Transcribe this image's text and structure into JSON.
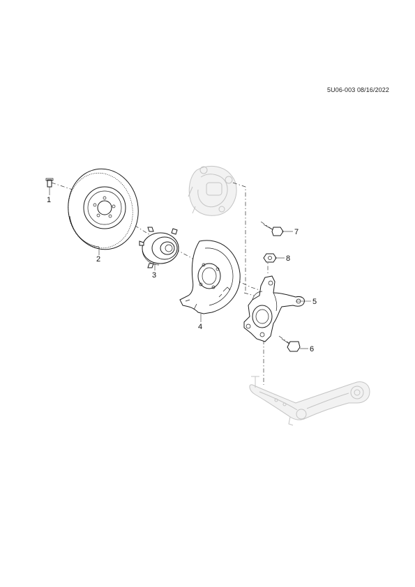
{
  "ref_code": "5U06-003 08/16/2022",
  "callouts": [
    {
      "id": "1",
      "label": "1"
    },
    {
      "id": "2",
      "label": "2"
    },
    {
      "id": "3",
      "label": "3"
    },
    {
      "id": "4",
      "label": "4"
    },
    {
      "id": "5",
      "label": "5"
    },
    {
      "id": "6",
      "label": "6"
    },
    {
      "id": "7",
      "label": "7"
    },
    {
      "id": "8",
      "label": "8"
    }
  ],
  "colors": {
    "line": "#1a1a1a",
    "ghost": "#c4c4c4",
    "background": "#ffffff"
  }
}
